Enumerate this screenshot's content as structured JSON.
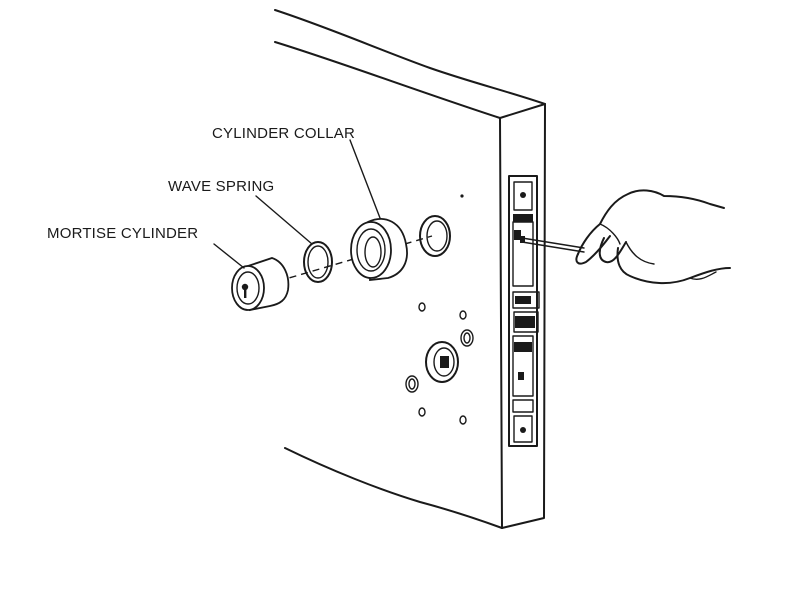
{
  "labels": {
    "cylinder_collar": "CYLINDER COLLAR",
    "wave_spring": "WAVE SPRING",
    "mortise_cylinder": "MORTISE CYLINDER"
  }
}
